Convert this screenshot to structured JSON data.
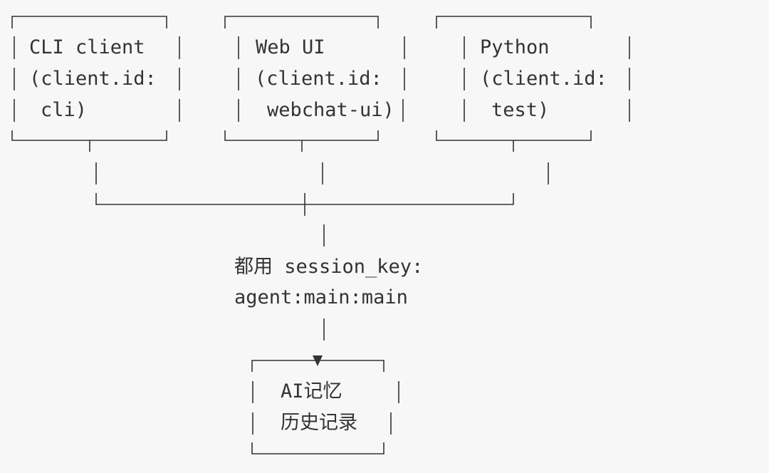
{
  "clients": [
    {
      "lines": [
        "CLI client",
        "(client.id:",
        "cli)"
      ]
    },
    {
      "lines": [
        "Web UI",
        "(client.id:",
        "webchat-ui)"
      ]
    },
    {
      "lines": [
        "Python",
        "(client.id:",
        "test)"
      ]
    }
  ],
  "shared": {
    "line1": "都用 session_key:",
    "line2": "agent:main:main"
  },
  "target": {
    "line1": "AI记忆",
    "line2": "历史记录"
  },
  "icons": {
    "arrow": "arrow-down-icon"
  },
  "colors": {
    "background": "#f7f7f8",
    "ink": "#333333"
  }
}
